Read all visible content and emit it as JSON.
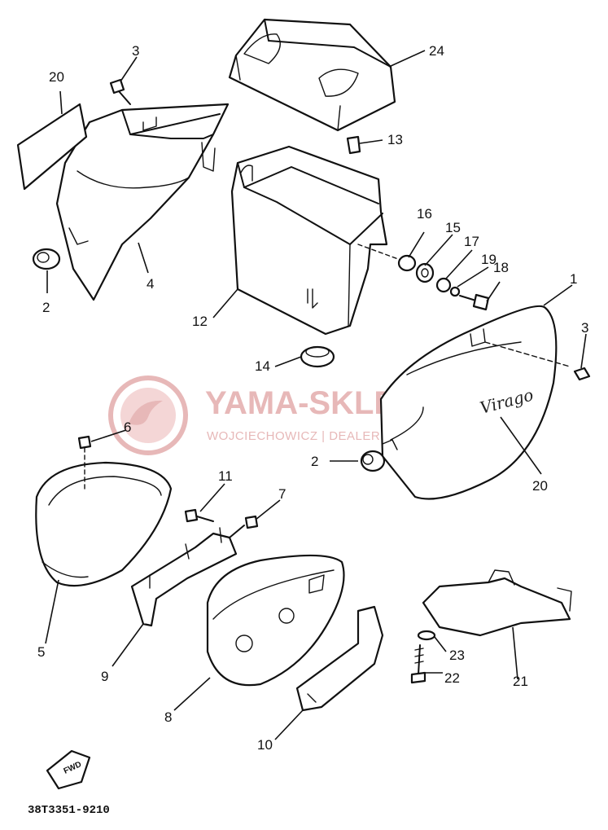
{
  "watermark": {
    "title": "YAMA-SKLEP.PL",
    "subtitle": "WOJCIECHOWICZ | DEALER YAMAHA",
    "accent_color": "#e7b8b8",
    "icon": "yamaha-circle-logo-icon"
  },
  "diagram_code": "38T3351-9210",
  "fwd_marker": "FWD",
  "cover_badge": "Virago",
  "callouts": {
    "c1": "1",
    "c2a": "2",
    "c2b": "2",
    "c3a": "3",
    "c3b": "3",
    "c4": "4",
    "c5": "5",
    "c6": "6",
    "c7": "7",
    "c8": "8",
    "c9": "9",
    "c10": "10",
    "c11": "11",
    "c12": "12",
    "c13": "13",
    "c14": "14",
    "c15": "15",
    "c16": "16",
    "c17": "17",
    "c18": "18",
    "c19": "19",
    "c20a": "20",
    "c20b": "20",
    "c21": "21",
    "c22": "22",
    "c23": "23",
    "c24": "24"
  }
}
